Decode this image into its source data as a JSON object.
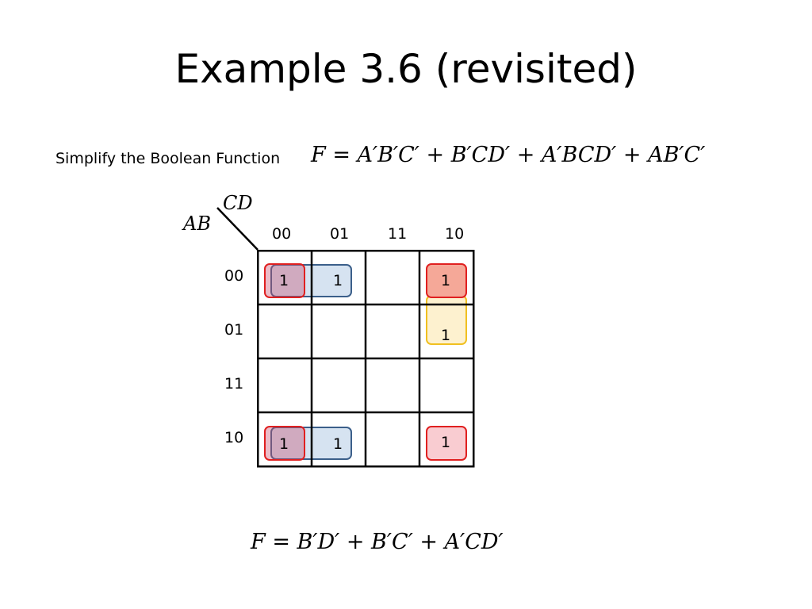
{
  "slide": {
    "title": "Example 3.6 (revisited)",
    "prompt": "Simplify the Boolean Function",
    "function": "F = A′B′C′ + B′CD′ + A′BCD′ + AB′C′",
    "result": "F = B′D′ + B′C′ + A′CD′"
  },
  "kmap": {
    "col_var": "CD",
    "row_var": "AB",
    "col_labels": [
      "00",
      "01",
      "11",
      "10"
    ],
    "row_labels": [
      "00",
      "01",
      "11",
      "10"
    ],
    "cells": [
      [
        "1",
        "1",
        "",
        "1"
      ],
      [
        "",
        "",
        "",
        "1"
      ],
      [
        "",
        "",
        "",
        ""
      ],
      [
        "1",
        "1",
        "",
        "1"
      ]
    ],
    "groups": [
      {
        "term": "B′D′",
        "color": "#e02020",
        "fill": "#f2a8a8"
      },
      {
        "term": "B′C′",
        "color": "#3b5f8a",
        "fill": "#d6e3f1"
      },
      {
        "term": "A′CD′",
        "color": "#f0c020",
        "fill": "#fdf1cf"
      }
    ]
  }
}
